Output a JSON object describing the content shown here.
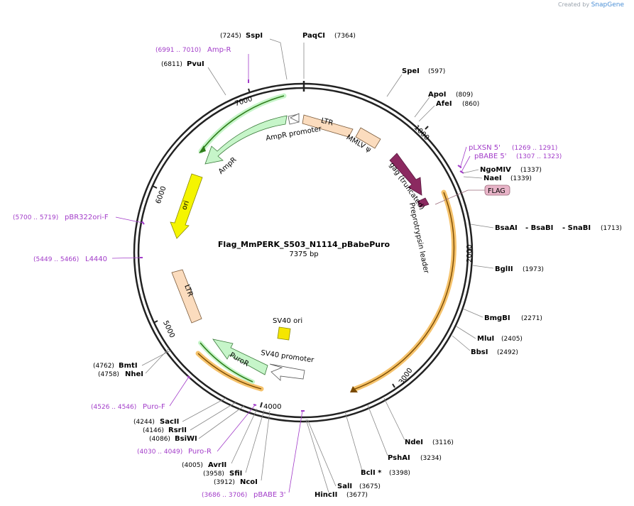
{
  "credit": {
    "prefix": "Created by",
    "brand": "SnapGene"
  },
  "plasmid": {
    "name": "Flag_MmPERK_S503_N1114_pBabePuro",
    "size_label": "7375 bp",
    "length": 7375
  },
  "ticks": [
    "1000",
    "2000",
    "3000",
    "4000",
    "5000",
    "6000",
    "7000"
  ],
  "enzymes": [
    {
      "name": "PaqCI",
      "pos": "(7364)"
    },
    {
      "name": "SspI",
      "pos": "(7245)"
    },
    {
      "name": "PvuI",
      "pos": "(6811)"
    },
    {
      "name": "SpeI",
      "pos": "(597)"
    },
    {
      "name": "ApoI",
      "pos": "(809)"
    },
    {
      "name": "AfeI",
      "pos": "(860)"
    },
    {
      "name": "NgoMIV",
      "pos": "(1337)"
    },
    {
      "name": "NaeI",
      "pos": "(1339)"
    },
    {
      "name": "BsaAI",
      "pos": ""
    },
    {
      "name": "- BsaBI",
      "pos": ""
    },
    {
      "name": "- SnaBI",
      "pos": "(1713)"
    },
    {
      "name": "BglII",
      "pos": "(1973)"
    },
    {
      "name": "BmgBI",
      "pos": "(2271)"
    },
    {
      "name": "MluI",
      "pos": "(2405)"
    },
    {
      "name": "BbsI",
      "pos": "(2492)"
    },
    {
      "name": "NdeI",
      "pos": "(3116)"
    },
    {
      "name": "PshAI",
      "pos": "(3234)"
    },
    {
      "name": "BclI *",
      "pos": "(3398)"
    },
    {
      "name": "SalI",
      "pos": "(3675)"
    },
    {
      "name": "HincII",
      "pos": "(3677)"
    },
    {
      "name": "BmtI",
      "pos": "(4762)"
    },
    {
      "name": "NheI",
      "pos": "(4758)"
    },
    {
      "name": "SacII",
      "pos": "(4244)"
    },
    {
      "name": "RsrII",
      "pos": "(4146)"
    },
    {
      "name": "BsiWI",
      "pos": "(4086)"
    },
    {
      "name": "AvrII",
      "pos": "(4005)"
    },
    {
      "name": "SfiI",
      "pos": "(3958)"
    },
    {
      "name": "NcoI",
      "pos": "(3912)"
    }
  ],
  "primers": [
    {
      "name": "Amp-R",
      "range": "(6991 .. 7010)"
    },
    {
      "name": "pLXSN 5'",
      "range": "(1269 .. 1291)"
    },
    {
      "name": "pBABE 5'",
      "range": "(1307 .. 1323)"
    },
    {
      "name": "pBR322ori-F",
      "range": "(5700 .. 5719)"
    },
    {
      "name": "L4440",
      "range": "(5449 .. 5466)"
    },
    {
      "name": "Puro-F",
      "range": "(4526 .. 4546)"
    },
    {
      "name": "Puro-R",
      "range": "(4030 .. 4049)"
    },
    {
      "name": "pBABE 3'",
      "range": "(3686 .. 3706)"
    }
  ],
  "features": [
    {
      "name": "LTR"
    },
    {
      "name": "MMLV ψ"
    },
    {
      "name": "gag (truncated)"
    },
    {
      "name": "Preprotrypsin leader"
    },
    {
      "name": "FLAG"
    },
    {
      "name": "AmpR promoter"
    },
    {
      "name": "AmpR"
    },
    {
      "name": "ori"
    },
    {
      "name": "LTR"
    },
    {
      "name": "SV40 ori"
    },
    {
      "name": "SV40 promoter"
    },
    {
      "name": "PuroR"
    }
  ],
  "colors": {
    "backbone": "#222222",
    "primer": "#a23cc9",
    "ltr": "#fbdcbe",
    "gag": "#8b2960",
    "flag": "#e8b4c8",
    "ampr": "#c6f5c9",
    "ori": "#f5f500",
    "orf_highlight": "#f5c26b",
    "orf_line": "#2f7d1a"
  }
}
